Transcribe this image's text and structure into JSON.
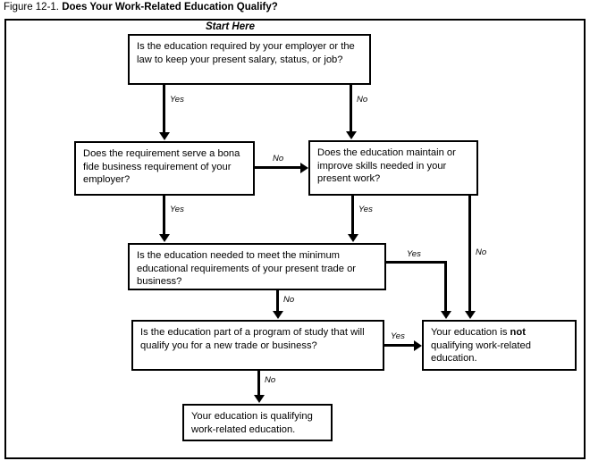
{
  "figure": {
    "label": "Figure 12-1.",
    "title": "Does Your Work-Related Education Qualify?"
  },
  "start_label": "Start Here",
  "nodes": {
    "q1": "Is the education required by your employer or the law to keep your present salary, status, or job?",
    "q2": "Does the requirement serve a bona fide business requirement of your employer?",
    "q3": "Does the education maintain or improve skills needed in your present work?",
    "q4": "Is the education needed to meet the minimum educational requirements of your present trade or business?",
    "q5": "Is the education part of a program of study that will qualify you for a new trade or business?",
    "outcome_not_qualifying_prefix": "Your education is ",
    "outcome_not_qualifying_bold": "not",
    "outcome_not_qualifying_suffix": " qualifying work-related education.",
    "outcome_qualifying": "Your education is qualifying work-related education."
  },
  "edges": {
    "q1_yes": "Yes",
    "q1_no": "No",
    "q2_yes": "Yes",
    "q2_no": "No",
    "q3_yes": "Yes",
    "q3_no": "No",
    "q4_yes": "Yes",
    "q4_no": "No",
    "q5_yes": "Yes",
    "q5_no": "No"
  },
  "colors": {
    "line": "#000000",
    "background": "#ffffff",
    "text": "#000000"
  }
}
